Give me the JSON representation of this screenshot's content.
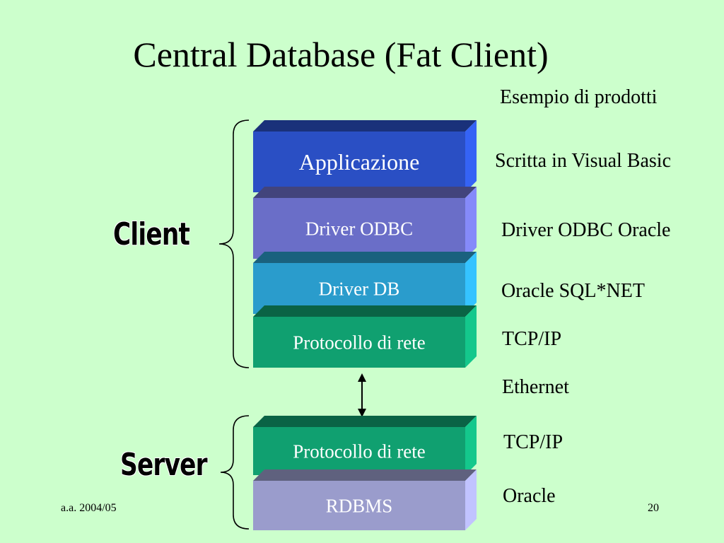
{
  "title": "Central Database (Fat Client)",
  "examples_header": "Esempio di prodotti",
  "client_label": "Client",
  "server_label": "Server",
  "client_layers": [
    {
      "label": "Applicazione",
      "example": "Scritta in Visual Basic",
      "color": "#2a4fc4"
    },
    {
      "label": "Driver ODBC",
      "example": "Driver ODBC Oracle",
      "color": "#6a6ec8"
    },
    {
      "label": "Driver DB",
      "example": "Oracle SQL*NET",
      "color": "#2a9ccc"
    },
    {
      "label": "Protocollo di rete",
      "example": "TCP/IP",
      "color": "#10a070"
    }
  ],
  "link_label": "Ethernet",
  "server_layers": [
    {
      "label": "Protocollo di rete",
      "example": "TCP/IP",
      "color": "#10a070"
    },
    {
      "label": "RDBMS",
      "example": "Oracle",
      "color": "#9a9ccc"
    }
  ],
  "footer": {
    "left": "a.a. 2004/05",
    "page": "20"
  }
}
